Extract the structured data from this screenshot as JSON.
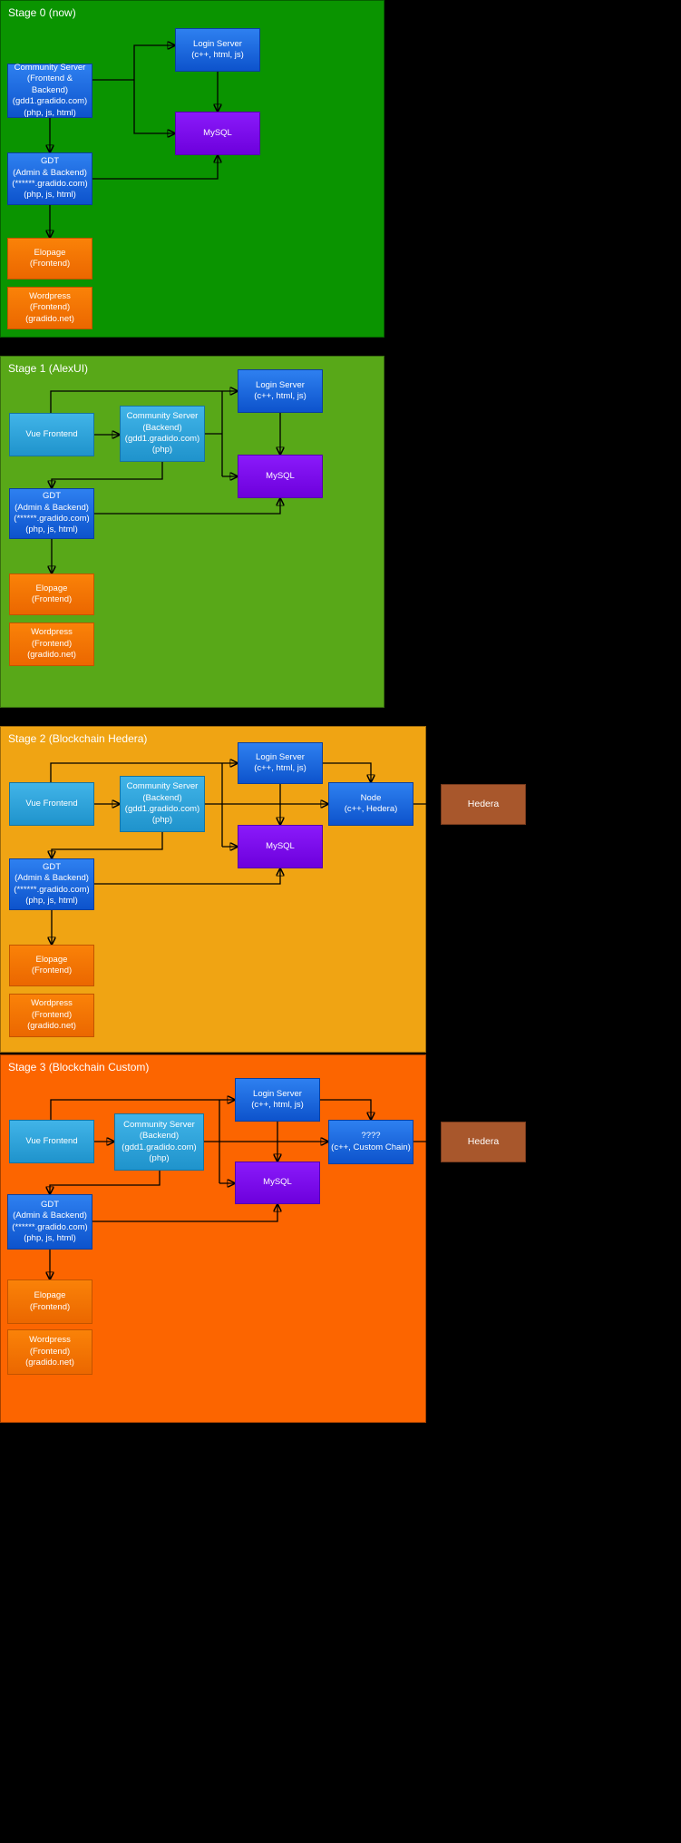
{
  "stages": {
    "s0": {
      "label": "Stage 0 (now)",
      "nodes": {
        "community": "Community Server\n(Frontend & Backend)\n(gdd1.gradido.com)\n(php, js, html)",
        "login": "Login Server\n(c++, html, js)",
        "mysql": "MySQL",
        "gdt": "GDT\n(Admin & Backend)\n(******.gradido.com)\n(php, js, html)",
        "elopage": "Elopage\n(Frontend)",
        "wordpress": "Wordpress\n(Frontend)\n(gradido.net)"
      }
    },
    "s1": {
      "label": "Stage 1 (AlexUI)",
      "nodes": {
        "vue": "Vue Frontend",
        "community": "Community Server\n(Backend)\n(gdd1.gradido.com)\n(php)",
        "login": "Login Server\n(c++, html, js)",
        "mysql": "MySQL",
        "gdt": "GDT\n(Admin & Backend)\n(******.gradido.com)\n(php, js, html)",
        "elopage": "Elopage\n(Frontend)",
        "wordpress": "Wordpress\n(Frontend)\n(gradido.net)"
      }
    },
    "s2": {
      "label": "Stage 2 (Blockchain Hedera)",
      "nodes": {
        "vue": "Vue Frontend",
        "community": "Community Server\n(Backend)\n(gdd1.gradido.com)\n(php)",
        "login": "Login Server\n(c++, html, js)",
        "node": "Node\n(c++, Hedera)",
        "mysql": "MySQL",
        "gdt": "GDT\n(Admin & Backend)\n(******.gradido.com)\n(php, js, html)",
        "elopage": "Elopage\n(Frontend)",
        "wordpress": "Wordpress\n(Frontend)\n(gradido.net)",
        "hedera": "Hedera"
      }
    },
    "s3": {
      "label": "Stage 3 (Blockchain Custom)",
      "nodes": {
        "vue": "Vue Frontend",
        "community": "Community Server\n(Backend)\n(gdd1.gradido.com)\n(php)",
        "login": "Login Server\n(c++, html, js)",
        "custom": "????\n(c++, Custom Chain)",
        "mysql": "MySQL",
        "gdt": "GDT\n(Admin & Backend)\n(******.gradido.com)\n(php, js, html)",
        "elopage": "Elopage\n(Frontend)",
        "wordpress": "Wordpress\n(Frontend)\n(gradido.net)",
        "hedera": "Hedera"
      }
    }
  },
  "colors": {
    "canvas_bg": "#000000",
    "stage0_bg": "#0a9400",
    "stage1_bg": "#58a818",
    "stage2_bg": "#f0a413",
    "stage3_bg": "#fc6500",
    "node_blue": "#1a63dc",
    "node_lightblue": "#2fa5da",
    "node_purple": "#7d00f2",
    "node_orange": "#f57300",
    "node_brown": "#a8572c",
    "arrow": "#000000",
    "text": "#ffffff"
  }
}
